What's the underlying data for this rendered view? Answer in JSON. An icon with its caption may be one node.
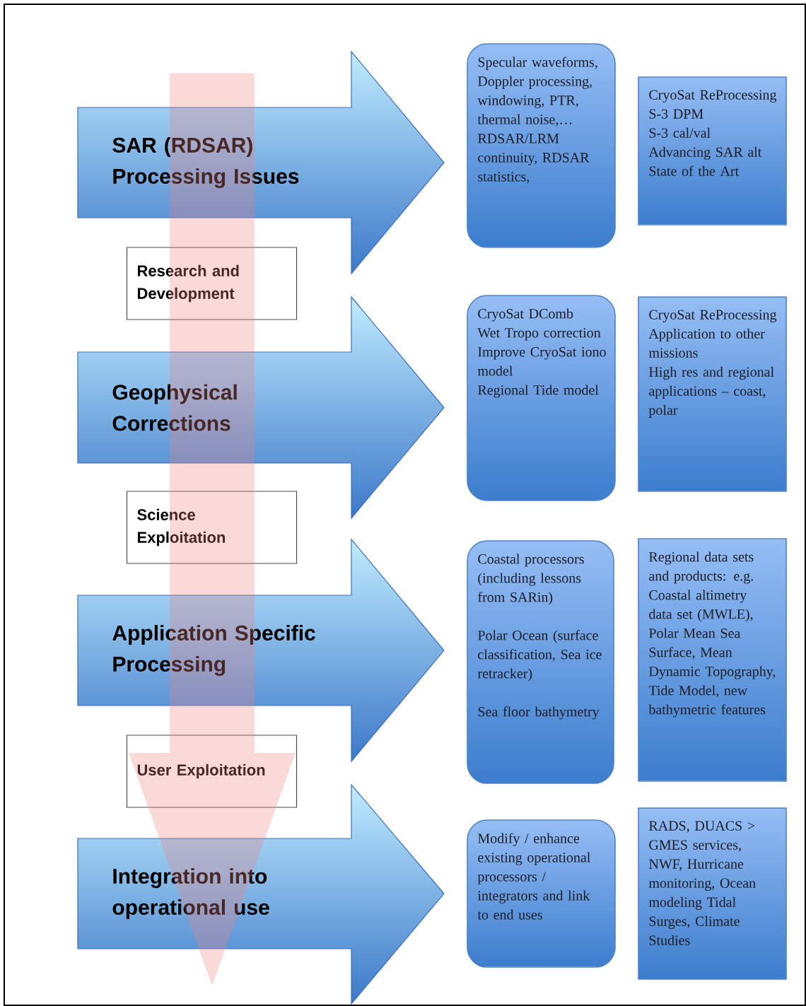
{
  "diagram": {
    "nodes": [
      {
        "text": [
          "SAR (RDSAR) Processing Issues"
        ]
      },
      {
        "text": [
          "Geophysical Corrections"
        ]
      },
      {
        "text": [
          "Application Specific Processing"
        ]
      },
      {
        "text": [
          "Integration into operational use"
        ]
      },
      {
        "text": [
          "Research and Development"
        ]
      },
      {
        "text": [
          "Science Exploitation"
        ]
      },
      {
        "text": [
          "User Exploitation"
        ]
      },
      {
        "text": [
          "Specular waveforms, Doppler processing, windowing, PTR, thermal noise,… RDSAR/LRM continuity, RDSAR statistics,"
        ]
      },
      {
        "text": [
          "CryoSat ReProcessing",
          "S-3 DPM",
          "S-3 cal/val",
          "Advancing SAR alt",
          "State of the Art"
        ]
      },
      {
        "text": [
          "CryoSat DComb",
          "Wet Tropo correction",
          "Improve CryoSat iono model",
          "Regional Tide model"
        ]
      },
      {
        "text": [
          "CryoSat ReProcessing",
          "Application to other missions",
          "High res  and regional applications – coast, polar"
        ]
      },
      {
        "text": [
          "Coastal processors (including lessons from SARin)",
          "Polar Ocean (surface classification, Sea ice retracker)",
          "Sea floor bathymetry"
        ]
      },
      {
        "text": [
          "Regional data sets and products: e.g. Coastal altimetry data set (MWLE), Polar Mean Sea Surface, Mean Dynamic Topography, Tide Model, new bathymetric features"
        ]
      },
      {
        "text": [
          "Modify / enhance existing operational processors / integrators and link to end uses"
        ]
      },
      {
        "text": [
          "RADS, DUACS > GMES services, NWF,  Hurricane monitoring, Ocean modeling Tidal Surges, Climate Studies"
        ]
      }
    ],
    "edges": [
      {
        "from": 0,
        "to": 3,
        "arrow": "to"
      }
    ]
  }
}
